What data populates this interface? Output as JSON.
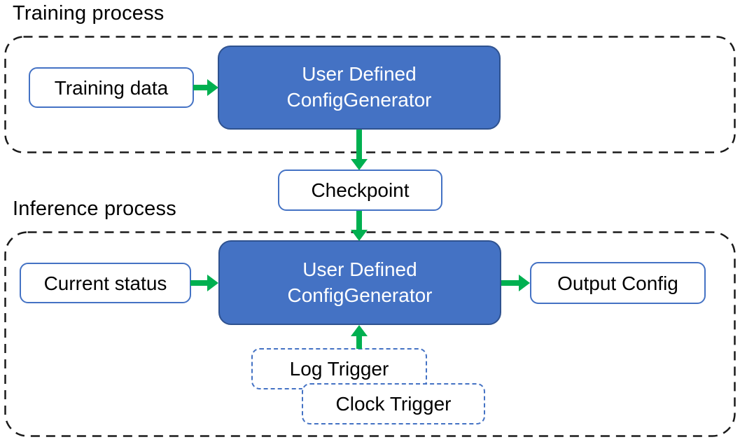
{
  "colors": {
    "accent_blue": "#4472C4",
    "accent_blue_border": "#2F528F",
    "arrow_green": "#00B050",
    "region_dash": "#1a1a1a",
    "box_text": "#000000",
    "blue_box_text": "#ffffff"
  },
  "training": {
    "title": "Training process",
    "input_box_label": "Training data",
    "generator_lines": [
      "User Defined",
      "ConfigGenerator"
    ]
  },
  "checkpoint": {
    "label": "Checkpoint"
  },
  "inference": {
    "title": "Inference process",
    "input_box_label": "Current status",
    "generator_lines": [
      "User Defined",
      "ConfigGenerator"
    ],
    "output_box_label": "Output Config",
    "log_trigger_label": "Log Trigger",
    "clock_trigger_label": "Clock Trigger"
  }
}
